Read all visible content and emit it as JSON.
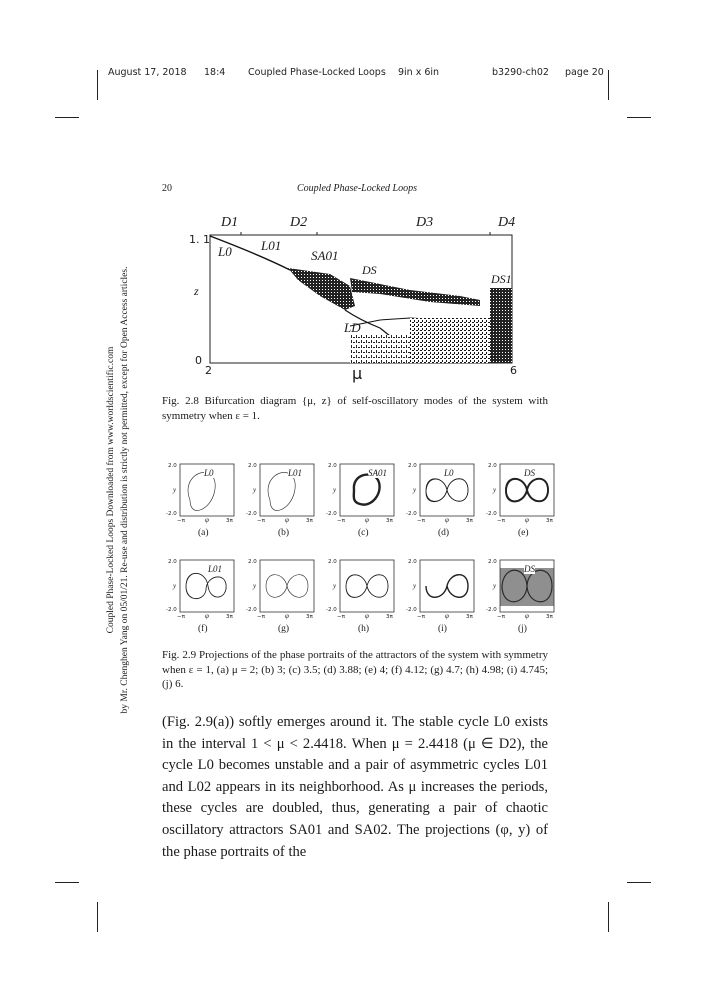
{
  "header": {
    "date": "August 17, 2018",
    "time": "18:4",
    "book": "Coupled Phase-Locked Loops",
    "trim": "9in x 6in",
    "code": "b3290-ch02",
    "page": "page 20"
  },
  "running_head": {
    "page_number": "20",
    "title": "Coupled Phase-Locked Loops"
  },
  "sidebar": {
    "line1": "Coupled Phase-Locked Loops Downloaded from www.worldscientific.com",
    "line2": "by Mr. Chenghen Yang on 05/01/21. Re-use and distribution is strictly not permitted, except for Open Access articles."
  },
  "fig28": {
    "caption": "Fig. 2.8   Bifurcation diagram {μ, z} of self-oscillatory modes of the system with symmetry when ε = 1.",
    "regions": [
      "D1",
      "D2",
      "D3",
      "D4"
    ],
    "labels": [
      "L0",
      "L01",
      "SA01",
      "DS",
      "DS1",
      "LD"
    ],
    "y_label": "z",
    "x_label": "μ",
    "y_ticks": [
      "1. 1",
      "0"
    ],
    "x_ticks": [
      "2",
      "6"
    ]
  },
  "fig29": {
    "caption": "Fig. 2.9   Projections of the phase portraits of the attractors of the system with symmetry when ε = 1, (a) μ = 2; (b) 3; (c) 3.5; (d) 3.88; (e) 4; (f) 4.12; (g) 4.7; (h) 4.98; (i) 4.745; (j) 6.",
    "panels": [
      {
        "id": "(a)",
        "inset": "L0"
      },
      {
        "id": "(b)",
        "inset": "L01"
      },
      {
        "id": "(c)",
        "inset": "SA01"
      },
      {
        "id": "(d)",
        "inset": "L0"
      },
      {
        "id": "(e)",
        "inset": "DS"
      },
      {
        "id": "(f)",
        "inset": "L01"
      },
      {
        "id": "(g)",
        "inset": ""
      },
      {
        "id": "(h)",
        "inset": ""
      },
      {
        "id": "(i)",
        "inset": ""
      },
      {
        "id": "(j)",
        "inset": "DS"
      }
    ],
    "y_ticks": [
      "2.0",
      "-2.0"
    ],
    "x_ticks": [
      "−π",
      "φ",
      "3π"
    ],
    "y_axis": "y"
  },
  "body": {
    "paragraph": "(Fig. 2.9(a)) softly emerges around it. The stable cycle L0 exists in the interval 1 < μ < 2.4418. When μ = 2.4418 (μ ∈ D2), the cycle L0 becomes unstable and a pair of asymmetric cycles L01 and L02 appears in its neighborhood. As μ increases the periods, these cycles are doubled, thus, generating a pair of chaotic oscillatory attractors SA01 and SA02. The projections (φ, y) of the phase portraits of the"
  }
}
